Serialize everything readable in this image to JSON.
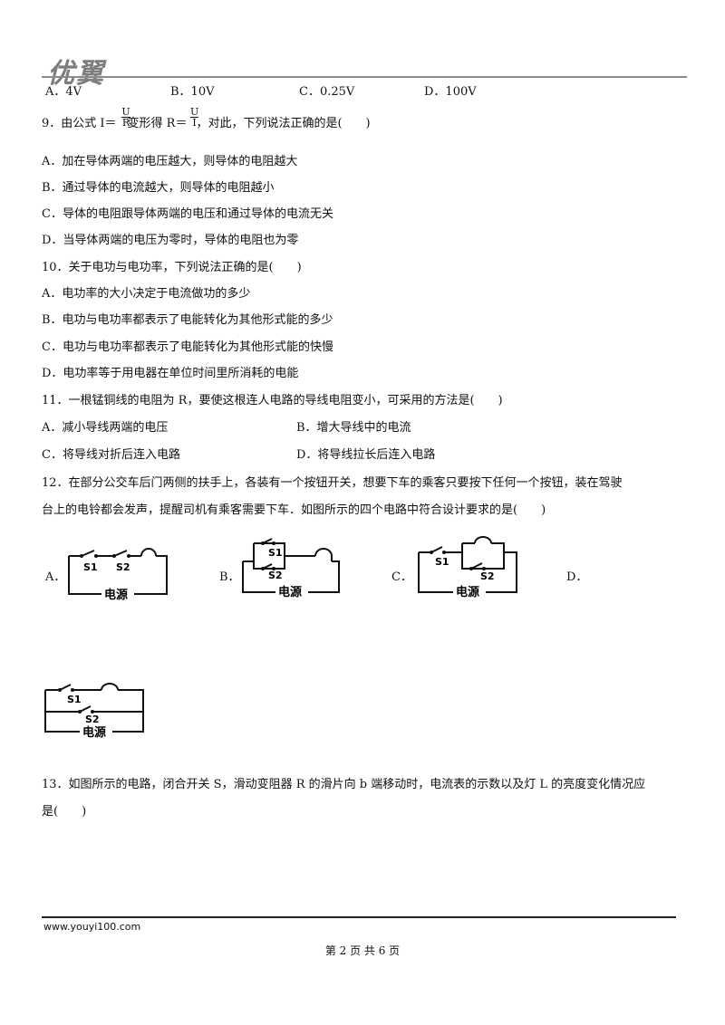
{
  "header": {
    "logo": "优翼"
  },
  "q8_options": [
    "A．4V",
    "B．10V",
    "C．0.25V",
    "D．100V"
  ],
  "q9": {
    "prefix": "9．由公式 I＝",
    "middle": "变形得 R＝",
    "suffix": "，对此，下列说法正确的是(　　)",
    "frac1": {
      "num": "U",
      "den": "R"
    },
    "frac2": {
      "num": "U",
      "den": "I"
    },
    "options": [
      "A．加在导体两端的电压越大，则导体的电阻越大",
      "B．通过导体的电流越大，则导体的电阻越小",
      "C．导体的电阻跟导体两端的电压和通过导体的电流无关",
      "D．当导体两端的电压为零时，导体的电阻也为零"
    ]
  },
  "q10": {
    "stem": "10．关于电功与电功率，下列说法正确的是(　　)",
    "options": [
      "A．电功率的大小决定于电流做功的多少",
      "B．电功与电功率都表示了电能转化为其他形式能的多少",
      "C．电功与电功率都表示了电能转化为其他形式能的快慢",
      "D．电功率等于用电器在单位时间里所消耗的电能"
    ]
  },
  "q11": {
    "stem": "11．一根锰铜线的电阻为 R，要使这根连人电路的导线电阻变小，可采用的方法是(　　)",
    "options": [
      "A．减小导线两端的电压",
      "B．增大导线中的电流",
      "C．将导线对折后连入电路",
      "D．将导线拉长后连入电路"
    ]
  },
  "q12": {
    "stem_line1": "12．在部分公交车后门两侧的扶手上，各装有一个按钮开关，想要下车的乘客只要按下任何一个按钮，装在驾驶",
    "stem_line2": "台上的电铃都会发声，提醒司机有乘客需要下车．如图所示的四个电路中符合设计要求的是(　　)",
    "labels": [
      "A．",
      "B．",
      "C．",
      "D．"
    ],
    "switch1": "S1",
    "switch2": "S2",
    "source": "电源"
  },
  "q13": {
    "line1": "13．如图所示的电路，闭合开关 S，滑动变阻器 R 的滑片向 b 端移动时，电流表的示数以及灯 L 的亮度变化情况应",
    "line2": "是(　　)"
  },
  "footer": {
    "url": "www.youyi100.com",
    "page": "第 2 页 共 6 页"
  }
}
